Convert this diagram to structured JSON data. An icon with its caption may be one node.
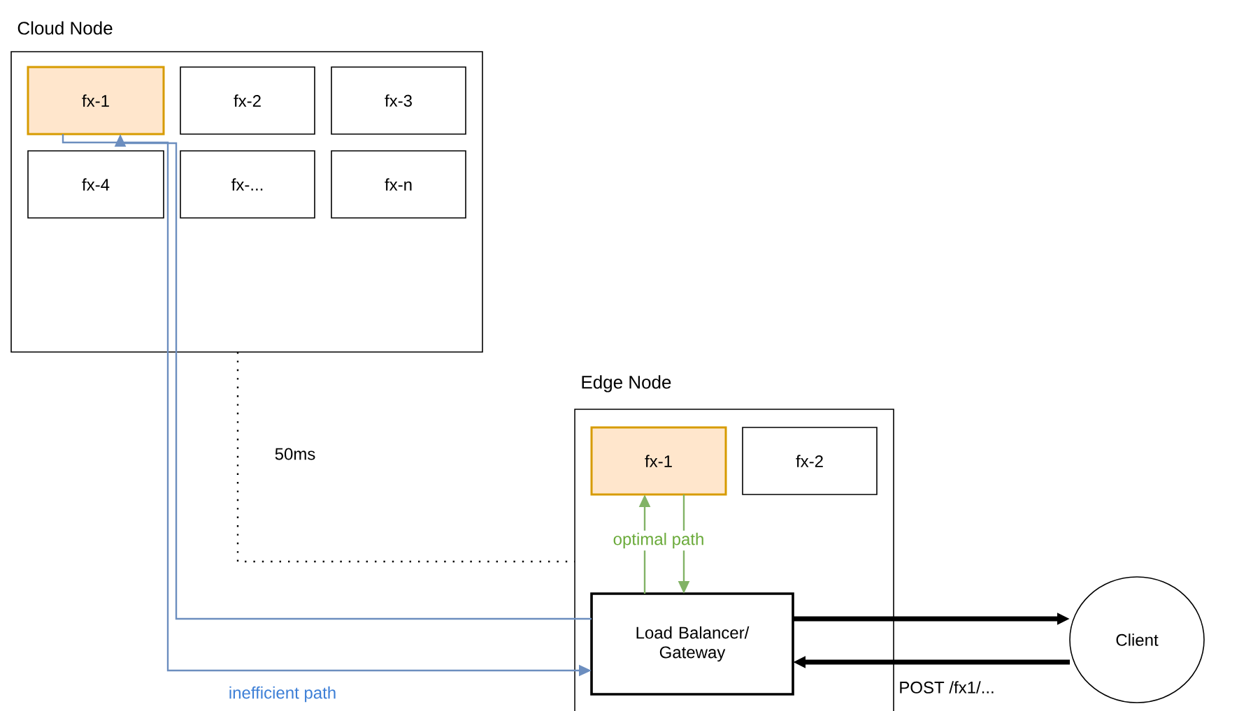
{
  "diagram": {
    "nodes": [
      {
        "text": [
          "Cloud Node"
        ]
      },
      {
        "text": [
          "fx-1"
        ],
        "in": 0
      },
      {
        "text": [
          "fx-2"
        ],
        "in": 0
      },
      {
        "text": [
          "fx-3"
        ],
        "in": 0
      },
      {
        "text": [
          "fx-4"
        ],
        "in": 0
      },
      {
        "text": [
          "fx-..."
        ],
        "in": 0
      },
      {
        "text": [
          "fx-n"
        ],
        "in": 0
      },
      {
        "text": [
          "Edge Node"
        ]
      },
      {
        "text": [
          "fx-1"
        ],
        "in": 7
      },
      {
        "text": [
          "fx-2"
        ],
        "in": 7
      },
      {
        "text": [
          "Load Balancer/ Gateway"
        ],
        "in": 7
      },
      {
        "text": [
          "Client"
        ]
      }
    ],
    "edges": [
      {
        "from": 1,
        "to": 10,
        "arrow": "to",
        "color": "#6c8ebf",
        "label": "inefficient path"
      },
      {
        "from": 10,
        "to": 1,
        "arrow": "to",
        "color": "#6c8ebf"
      },
      {
        "from": 0,
        "to": 7,
        "arrow": "none",
        "style": "dashed",
        "label": "50ms"
      },
      {
        "from": 10,
        "to": 8,
        "arrow": "to",
        "color": "#82b366",
        "label": "optimal path"
      },
      {
        "from": 8,
        "to": 10,
        "arrow": "to",
        "color": "#82b366"
      },
      {
        "from": 10,
        "to": 11,
        "arrow": "to",
        "style": "thick"
      },
      {
        "from": 11,
        "to": 10,
        "arrow": "to",
        "style": "thick",
        "label": "POST /fx1/..."
      }
    ]
  }
}
